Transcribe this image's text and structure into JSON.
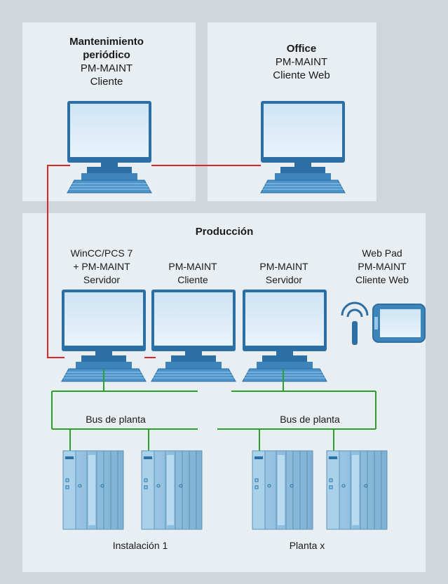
{
  "top_left": {
    "title_line1": "Mantenimiento",
    "title_line2": "periódico",
    "line3": "PM-MAINT",
    "line4": "Cliente"
  },
  "top_right": {
    "title": "Office",
    "line2": "PM-MAINT",
    "line3": "Cliente Web"
  },
  "production": {
    "title": "Producción",
    "pc1": {
      "line1": "WinCC/PCS 7",
      "line2": "+ PM-MAINT",
      "line3": "Servidor"
    },
    "pc2": {
      "line1": "PM-MAINT",
      "line2": "Cliente"
    },
    "pc3": {
      "line1": "PM-MAINT",
      "line2": "Servidor"
    },
    "webpad": {
      "line1": "Web Pad",
      "line2": "PM-MAINT",
      "line3": "Cliente Web"
    },
    "bus_left": "Bus de planta",
    "bus_right": "Bus de planta",
    "plant_left": "Instalación 1",
    "plant_right": "Planta x"
  },
  "colors": {
    "background": "#cfd7dc",
    "panel": "#e8eef1",
    "ethernet": "#d9262b",
    "bus": "#2ca02c",
    "device": "#8ab8d8"
  }
}
